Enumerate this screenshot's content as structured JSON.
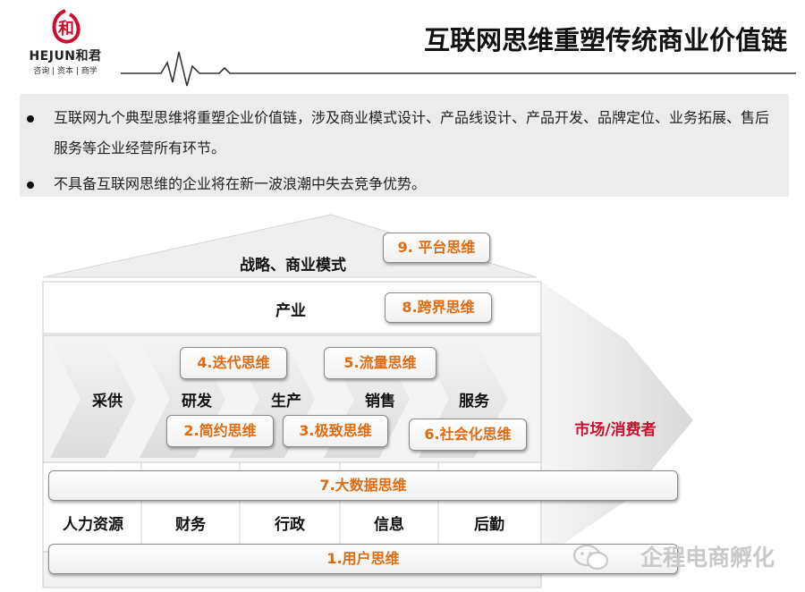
{
  "header": {
    "brand_name": "HEJUN和君",
    "brand_tagline": "咨询 | 资本 | 商学",
    "brand_glyph": "和",
    "title": "互联网思维重塑传统商业价值链"
  },
  "bullets": [
    "互联网九个典型思维将重塑企业价值链，涉及商业模式设计、产品线设计、产品开发、品牌定位、业务拓展、售后服务等企业经营所有环节。",
    "不具备互联网思维的企业将在新一波浪潮中失去竞争优势。"
  ],
  "diagram": {
    "roof_label": "战略、商业模式",
    "industry_label": "产业",
    "chain_stages": [
      "采供",
      "研发",
      "生产",
      "销售",
      "服务"
    ],
    "support_functions": [
      "人力资源",
      "财务",
      "行政",
      "信息",
      "后勤"
    ],
    "market_label": "市场/消费者",
    "thinking": {
      "t1": "1.用户思维",
      "t2": "2.简约思维",
      "t3": "3.极致思维",
      "t4": "4.迭代思维",
      "t5": "5.流量思维",
      "t6": "6.社会化思维",
      "t7": "7.大数据思维",
      "t8": "8.跨界思维",
      "t9": "9. 平台思维"
    }
  },
  "watermark": "企程电商孵化",
  "colors": {
    "accent": "#e06c12",
    "brand_red": "#c8102e",
    "panel_gray": "#ececec"
  }
}
